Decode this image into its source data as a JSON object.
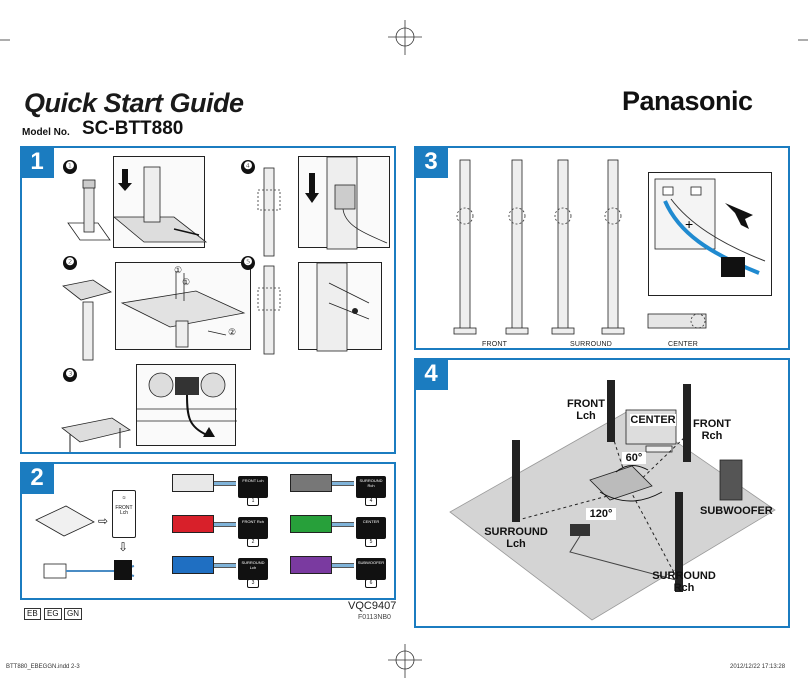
{
  "header": {
    "title": "Quick Start Guide",
    "model_label": "Model No.",
    "model_value": "SC-BTT880",
    "brand": "Panasonic"
  },
  "sections": {
    "s1": {
      "number": "1",
      "steps": [
        "❶",
        "❷",
        "❸",
        "❹",
        "❺"
      ],
      "screw_marks": [
        "①",
        "①",
        "②"
      ]
    },
    "s2": {
      "number": "2",
      "labels": [
        {
          "text": "FRONT Lch",
          "num": "1",
          "color": "#e8e8e8"
        },
        {
          "text": "FRONT Rch",
          "num": "2",
          "color": "#d8202a"
        },
        {
          "text": "SURROUND Lch",
          "num": "3",
          "color": "#1f6fc2"
        },
        {
          "text": "SURROUND Rch",
          "num": "4",
          "color": "#777777"
        },
        {
          "text": "CENTER",
          "num": "5",
          "color": "#27a03a"
        },
        {
          "text": "SUBWOOFER",
          "num": "6",
          "color": "#7a3aa0"
        }
      ]
    },
    "s3": {
      "number": "3",
      "speakers": [
        "FRONT",
        "SURROUND",
        "CENTER"
      ]
    },
    "s4": {
      "number": "4",
      "front_l": "FRONT Lch",
      "front_r": "FRONT Rch",
      "center": "CENTER",
      "surround_l": "SURROUND Lch",
      "surround_r": "SURROUND Rch",
      "subwoofer": "SUBWOOFER",
      "angle_front": "60°",
      "angle_surround": "120°"
    }
  },
  "footer": {
    "regions": [
      "EB",
      "EG",
      "GN"
    ],
    "code": "VQC9407",
    "subcode": "F0113NB0",
    "file": "BTT880_EBEGGN.indd 2-3",
    "date": "2012/12/22 17:13:28"
  },
  "colors": {
    "accent": "#1b7cc0"
  }
}
